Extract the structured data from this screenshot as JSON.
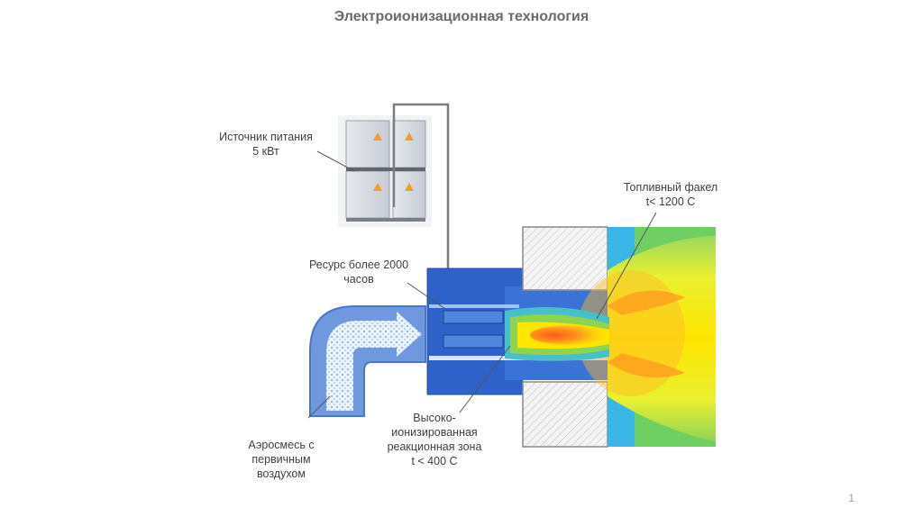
{
  "slide": {
    "title": "Электроионизационная технология",
    "page_number": "1"
  },
  "labels": {
    "power_source": {
      "line1": "Источник питания",
      "line2": "5 кВт"
    },
    "fuel_torch": {
      "line1": "Топливный факел",
      "line2": "t< 1200 С"
    },
    "resource": {
      "line1": "Ресурс более 2000",
      "line2": "часов"
    },
    "ionized_zone": {
      "line1": "Высоко-",
      "line2": "ионизированная",
      "line3": "реакционная  зона",
      "line4": "t < 400 С"
    },
    "aeromix": {
      "line1": "Аэросмесь с",
      "line2": "первичным",
      "line3": "воздухом"
    }
  },
  "colors": {
    "burner_blue": "#2f62c8",
    "duct_blue": "#5a86d6",
    "flame_yellow": "#ffe600",
    "flame_orange": "#ff7b1c",
    "flame_green": "#7ed04a",
    "wall_hatch": "#d9d9d9"
  }
}
